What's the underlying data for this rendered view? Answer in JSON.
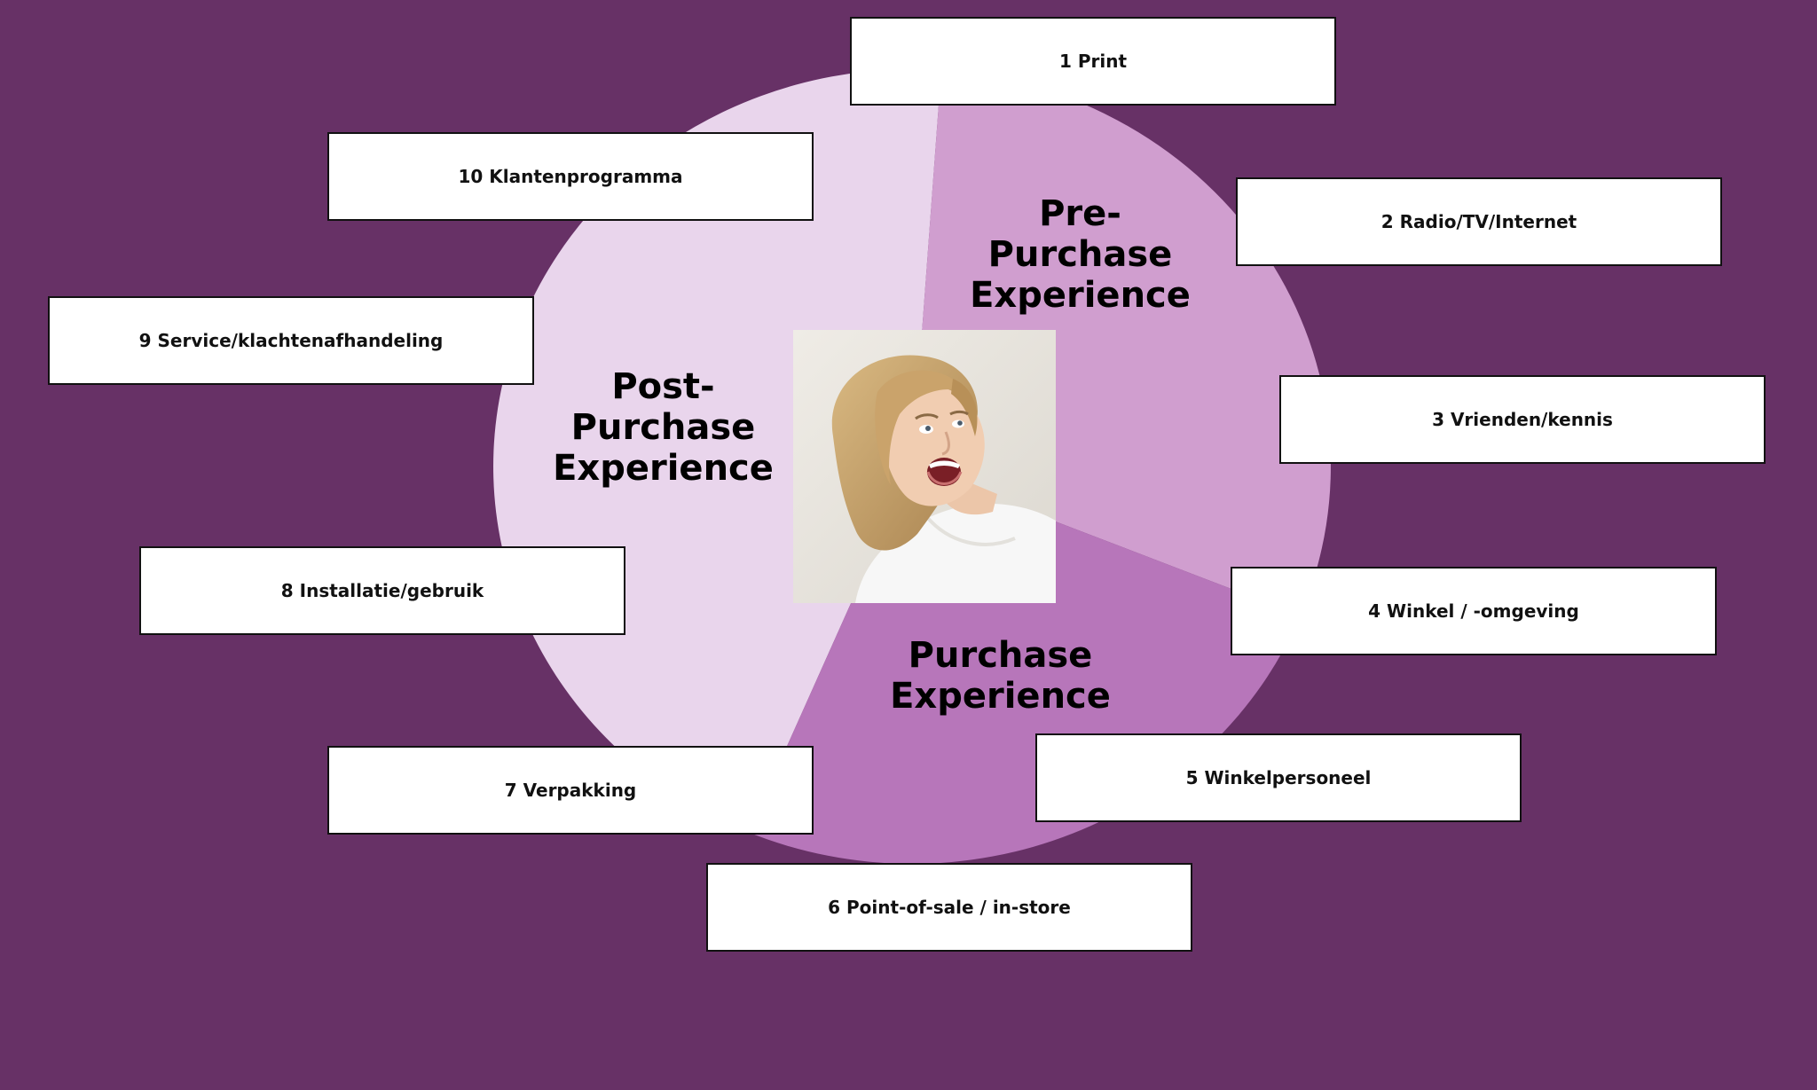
{
  "segments": {
    "pre_purchase": {
      "label": "Pre-\nPurchase\nExperience",
      "color": "#d09ecf"
    },
    "purchase": {
      "label": "Purchase\nExperience",
      "color": "#b776ba"
    },
    "post_purchase": {
      "label": "Post-\nPurchase\nExperience",
      "color": "#e9d5ec"
    }
  },
  "touchpoints": [
    "1 Print",
    "2 Radio/TV/Internet",
    "3 Vrienden/kennis",
    "4 Winkel / -omgeving",
    "5 Winkelpersoneel",
    "6 Point-of-sale / in-store",
    "7 Verpakking",
    "8 Installatie/gebruik",
    "9 Service/klachtenafhandeling",
    "10 Klantenprogramma"
  ],
  "colors": {
    "background": "#673166",
    "box_fill": "#ffffff",
    "box_border": "#111111"
  },
  "center_image": {
    "icon": "excited-woman-photo"
  }
}
